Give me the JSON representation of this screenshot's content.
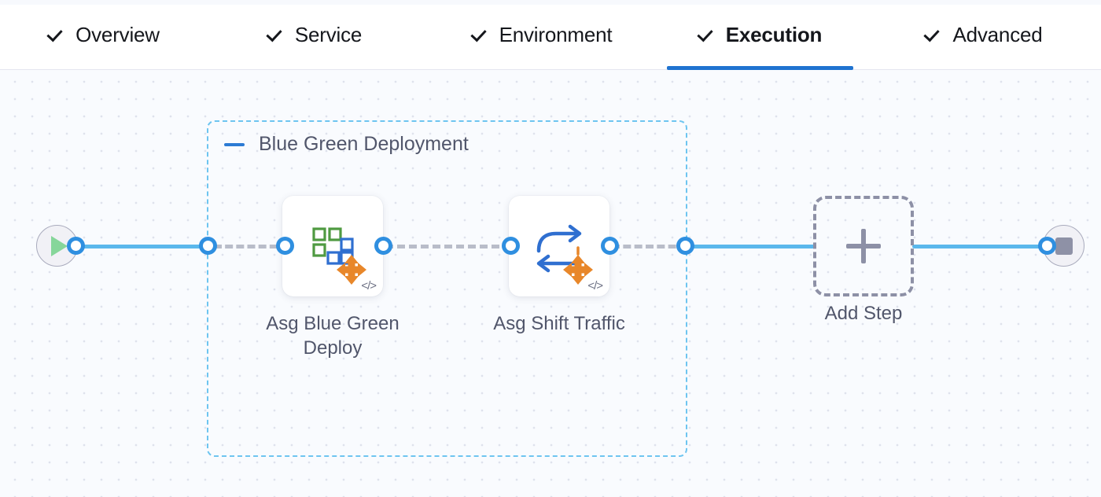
{
  "tabs": [
    {
      "label": "Overview",
      "icon": "check-icon",
      "active": false
    },
    {
      "label": "Service",
      "icon": "check-icon",
      "active": false
    },
    {
      "label": "Environment",
      "icon": "check-icon",
      "active": false
    },
    {
      "label": "Execution",
      "icon": "check-icon",
      "active": true
    },
    {
      "label": "Advanced",
      "icon": "check-icon",
      "active": false
    }
  ],
  "canvas": {
    "start_node": {
      "name": "pipeline-start",
      "icon": "play-icon"
    },
    "end_node": {
      "name": "pipeline-end",
      "icon": "stop-icon"
    },
    "group": {
      "title": "Blue Green Deployment",
      "collapse_icon": "minus-icon",
      "steps": [
        {
          "label": "Asg Blue Green Deploy",
          "icon": "asg-blue-green-deploy-icon",
          "badge": "</>"
        },
        {
          "label": "Asg Shift Traffic",
          "icon": "asg-shift-traffic-icon",
          "badge": "</>"
        }
      ]
    },
    "add_step": {
      "label": "Add Step",
      "icon": "plus-icon"
    }
  },
  "colors": {
    "accent_blue": "#1f73d0",
    "edge_blue": "#5bb8ec",
    "group_border": "#6ec5f0",
    "dashed_edge": "#b9bdc9",
    "text_dark": "#15171c",
    "text_muted": "#51566b",
    "canvas_bg": "#f9fbfe",
    "play_green": "#86d69a",
    "stop_gray": "#8e91a6",
    "aws_orange": "#e8872a",
    "icon_green": "#4f9a41",
    "icon_blue": "#2f6fd0"
  }
}
